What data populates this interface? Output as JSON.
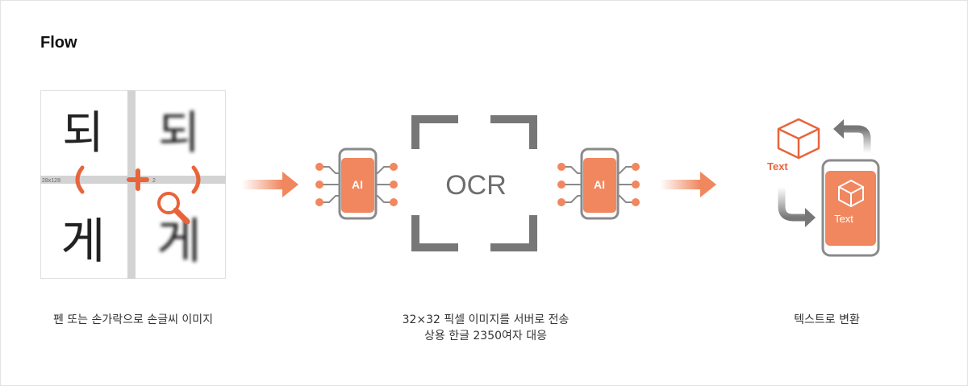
{
  "title": "Flow",
  "step1": {
    "caption": "펜 또는 손가락으로 손글씨  이미지",
    "size_label_left": "28x128",
    "size_label_right": "2",
    "glyphs": [
      "되",
      "되",
      "게",
      "게"
    ]
  },
  "step2": {
    "ai_label_left": "AI",
    "ocr_label": "OCR",
    "ai_label_right": "AI",
    "caption_line1": "32×32 픽셀 이미지를 서버로 전송",
    "caption_line2": "상용 한글 2350여자 대응"
  },
  "step3": {
    "text_label_outer": "Text",
    "text_label_inner": "Text",
    "caption": "텍스트로 변환"
  },
  "colors": {
    "accent": "#f0875f",
    "accent_dark": "#e8643a",
    "gray": "#777777",
    "grid": "#d3d3d3"
  }
}
